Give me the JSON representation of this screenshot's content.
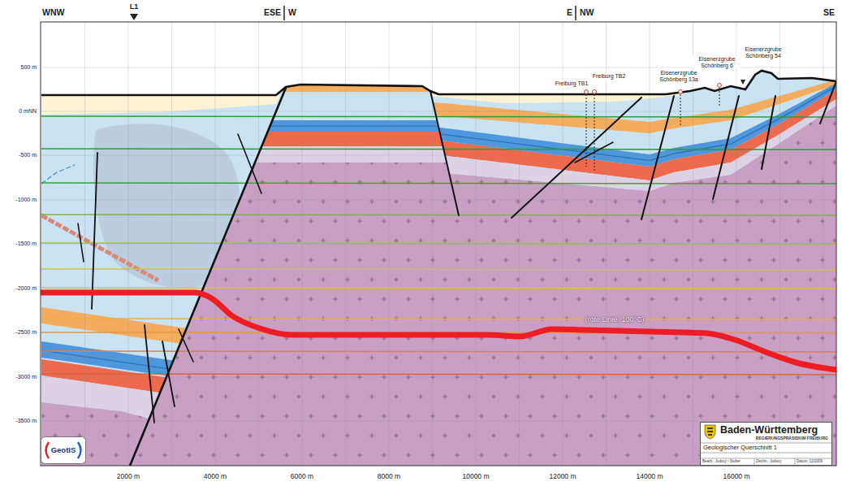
{
  "diagram": {
    "nodes": [
      {
        "text": [
          "GeotIS"
        ]
      },
      {
        "text": [
          "Baden-Württemberg",
          "REGIERUNGSPRÄSIDIUM FREIBURG",
          "Geologischer Querschnitt 1",
          "Bearb.: Jodocy / Stober",
          "Zeichn.: Jodocy",
          "Datum: 12/2009"
        ]
      }
    ],
    "labels": [
      "WNW",
      "L1",
      "ESE",
      "W",
      "E",
      "NW",
      "SE",
      "500 m",
      "0 mNN",
      "-500 m",
      "-1000 m",
      "-1500 m",
      "-2000 m",
      "-2500 m",
      "-3000 m",
      "-3500 m",
      "2000 m",
      "4000 m",
      "6000 m",
      "8000 m",
      "10000 m",
      "12000 m",
      "14000 m",
      "16000 m",
      "Freiburg TB1",
      "Freiburg TB2",
      "Eisenerzgrube Schönberg 13a",
      "Eisenerzgrube Schönberg 6",
      "Eisenerzgrube Schönberg 54",
      "(rote Linie: 100°C)"
    ]
  }
}
